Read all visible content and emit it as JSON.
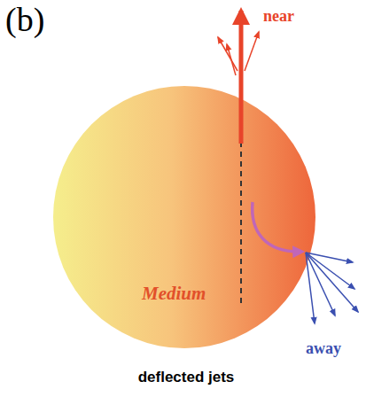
{
  "diagram": {
    "caption": "deflected jets",
    "nodes": [
      {
        "text": [
          "Medium"
        ]
      }
    ],
    "labels": [
      "(b)",
      "near",
      "away"
    ]
  }
}
